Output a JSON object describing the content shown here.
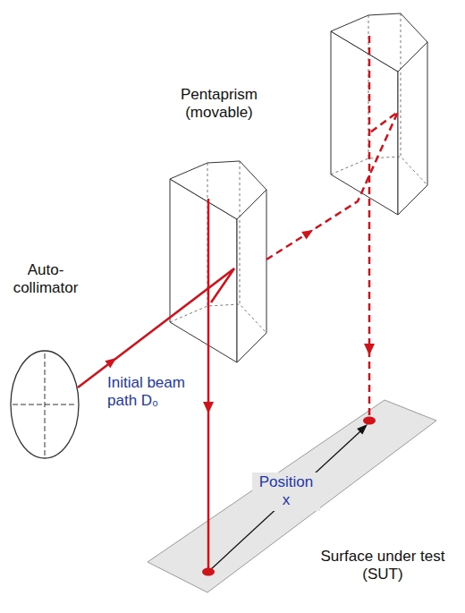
{
  "diagram": {
    "labels": [
      "Pentaprism (movable)",
      "Auto- collimator",
      "Initial beam path D₀",
      "Position x",
      "Surface under test (SUT)"
    ]
  }
}
